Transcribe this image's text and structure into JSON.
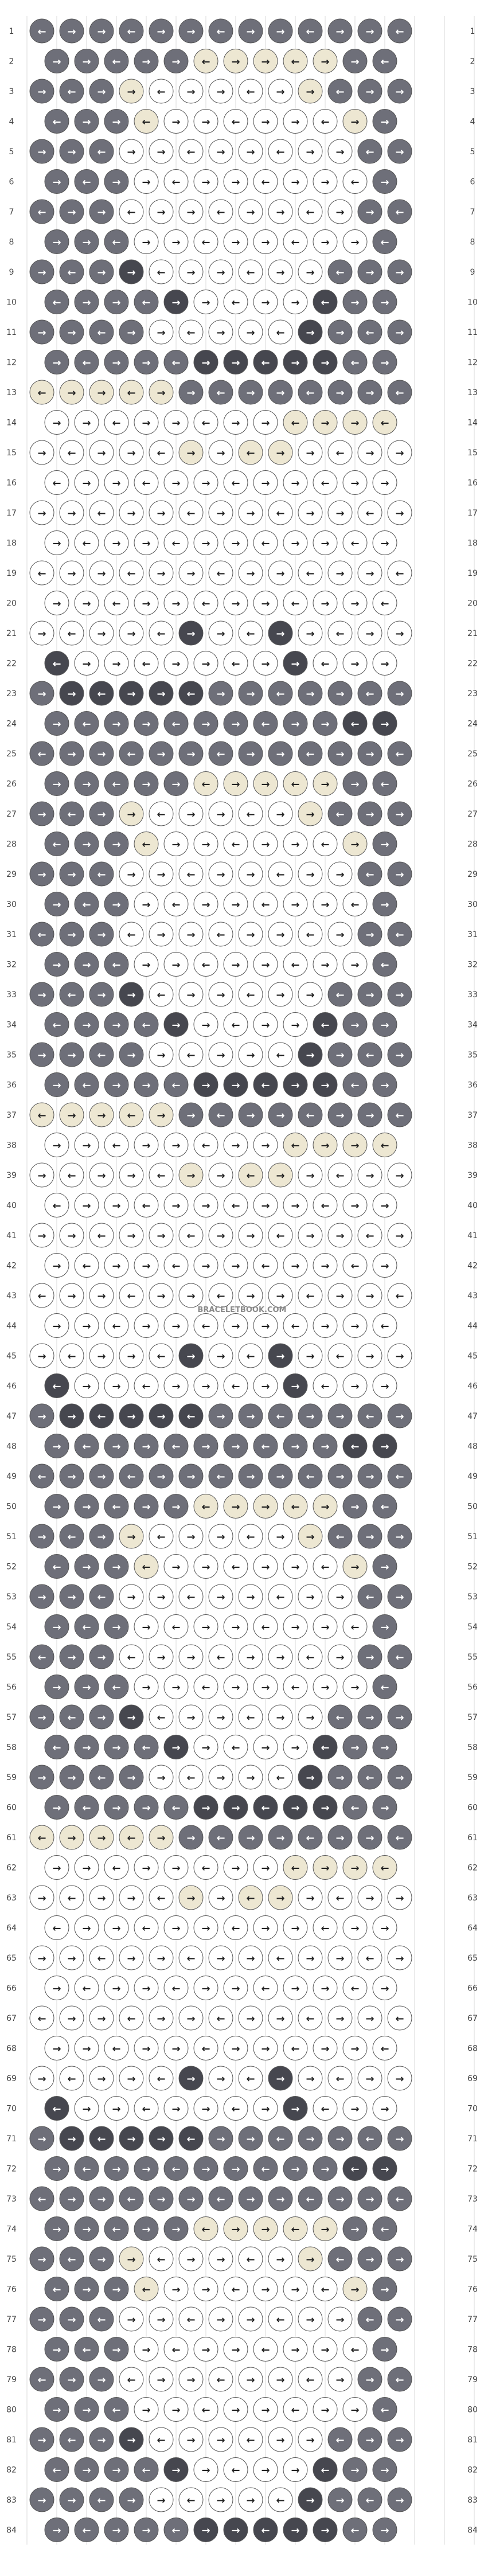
{
  "watermark": "BRACELETBOOK.COM",
  "pattern": {
    "rows": 84,
    "knots_per_row": {
      "odd": 13,
      "even": 12
    },
    "strings_per_side": 16
  },
  "colors": {
    "A": "#6e6f79",
    "B": "#ffffff",
    "C": "#46474f",
    "D": "#ede7d2"
  },
  "arrow_glyphs": {
    "R": "→",
    "L": "←",
    "RL": "↱",
    "LR": "↰"
  },
  "left_numbers": [
    "1",
    "2",
    "3",
    "4",
    "5",
    "6",
    "7",
    "8",
    "9",
    "10",
    "11",
    "12",
    "13",
    "14",
    "15",
    "16",
    "17",
    "18",
    "19",
    "20",
    "21",
    "22",
    "23",
    "24",
    "25",
    "26",
    "27",
    "28",
    "29",
    "30",
    "31",
    "32",
    "33",
    "34",
    "35",
    "36",
    "37",
    "38",
    "39",
    "40",
    "41",
    "42",
    "43",
    "44",
    "45",
    "46",
    "47",
    "48",
    "49",
    "50",
    "51",
    "52",
    "53",
    "54",
    "55",
    "56",
    "57",
    "58",
    "59",
    "60",
    "61",
    "62",
    "63",
    "64",
    "65",
    "66",
    "67",
    "68",
    "69",
    "70",
    "71",
    "72",
    "73",
    "74",
    "75",
    "76",
    "77",
    "78",
    "79",
    "80",
    "81",
    "82",
    "83",
    "84"
  ],
  "right_numbers": [
    "1",
    "2",
    "3",
    "4",
    "5",
    "6",
    "7",
    "8",
    "9",
    "10",
    "11",
    "12",
    "13",
    "14",
    "15",
    "16",
    "17",
    "18",
    "19",
    "20",
    "21",
    "22",
    "23",
    "24",
    "25",
    "26",
    "27",
    "28",
    "29",
    "30",
    "31",
    "32",
    "33",
    "34",
    "35",
    "36",
    "37",
    "38",
    "39",
    "40",
    "41",
    "42",
    "43",
    "44",
    "45",
    "46",
    "47",
    "48",
    "49",
    "50",
    "51",
    "52",
    "53",
    "54",
    "55",
    "56",
    "57",
    "58",
    "59",
    "60",
    "61",
    "62",
    "63",
    "64",
    "65",
    "66",
    "67",
    "68",
    "69",
    "70",
    "71",
    "72",
    "73",
    "74",
    "75",
    "76",
    "77",
    "78",
    "79",
    "80",
    "81",
    "82",
    "83",
    "84"
  ],
  "knot_rows": [
    "AAAAAAAAAAAAA",
    "AAAAADDDDDAA",
    "AAADBBBBBDAAA",
    "AAADBBBBBBDA",
    "AAABBBBBBBBAA",
    "AAABBBBBBBBA",
    "AAABBBBBBBBAA",
    "AAABBBBBBBBA",
    "AAACBBBBBBAAA",
    "AAAACBBBBCAA",
    "AAAABBBBBCAAA",
    "AAAAACCCCCAA",
    "DDDDDAAAAAAAA",
    "BBBBBBBBDDDD",
    "BBBBBDBDDBBBB",
    "BBBBBBBBBBBB",
    "BBBBBBBBBBBBB",
    "BBBBBBBBBBBB",
    "BBBBBBBBBBBBB",
    "BBBBBBBBBBBB",
    "BBBBBCBBCBBBB",
    "CBBBBBBBCBBB",
    "ACCCCCAAAAAAA",
    "AAAAAAAAAACC",
    "AAAAAAAAAAAAA",
    "AAAAADDDDDAA",
    "AAADBBBBBDAAA",
    "AAADBBBBBBDA",
    "AAABBBBBBBBAA",
    "AAABBBBBBBBA",
    "AAABBBBBBBBAA",
    "AAABBBBBBBBA",
    "AAACBBBBBBAAA",
    "AAAACBBBBCAA",
    "AAAABBBBBCAAA",
    "AAAAACCCCCAA",
    "DDDDDAAAAAAAA",
    "BBBBBBBBDDDD",
    "BBBBBDBDDBBBB",
    "BBBBBBBBBBBB",
    "BBBBBBBBBBBBB",
    "BBBBBBBBBBBB",
    "BBBBBBBBBBBBB",
    "BBBBBBBBBBBB",
    "BBBBBCBBCBBBB",
    "CBBBBBBBCBBB",
    "ACCCCCAAAAAAA",
    "AAAAAAAAAACC",
    "AAAAAAAAAAAAA",
    "AAAAADDDDDAA",
    "AAADBBBBBDAAA",
    "AAADBBBBBBDA",
    "AAABBBBBBBBAA",
    "AAABBBBBBBBA",
    "AAABBBBBBBBAA",
    "AAABBBBBBBBA",
    "AAACBBBBBBAAA",
    "AAAACBBBBCAA",
    "AAAABBBBBCAAA",
    "AAAAACCCCCAA",
    "DDDDDAAAAAAAA",
    "BBBBBBBBDDDD",
    "BBBBBDBDDBBBB",
    "BBBBBBBBBBBB",
    "BBBBBBBBBBBBB",
    "BBBBBBBBBBBB",
    "BBBBBBBBBBBBB",
    "BBBBBBBBBBBB",
    "BBBBBCBBCBBBB",
    "CBBBBBBBCBBB",
    "ACCCCCAAAAAAA",
    "AAAAAAAAAACC",
    "AAAAAAAAAAAAA",
    "AAAAADDDDDAA",
    "AAADBBBBBDAAA",
    "AAADBBBBBBDA",
    "AAABBBBBBBBAA",
    "AAABBBBBBBBA",
    "AAABBBBBBBBAA",
    "AAABBBBBBBBA",
    "AAACBBBBBBAAA",
    "AAAACBBBBCAA",
    "AAAABBBBBCAAA",
    "AAAAACCCCCAA"
  ]
}
